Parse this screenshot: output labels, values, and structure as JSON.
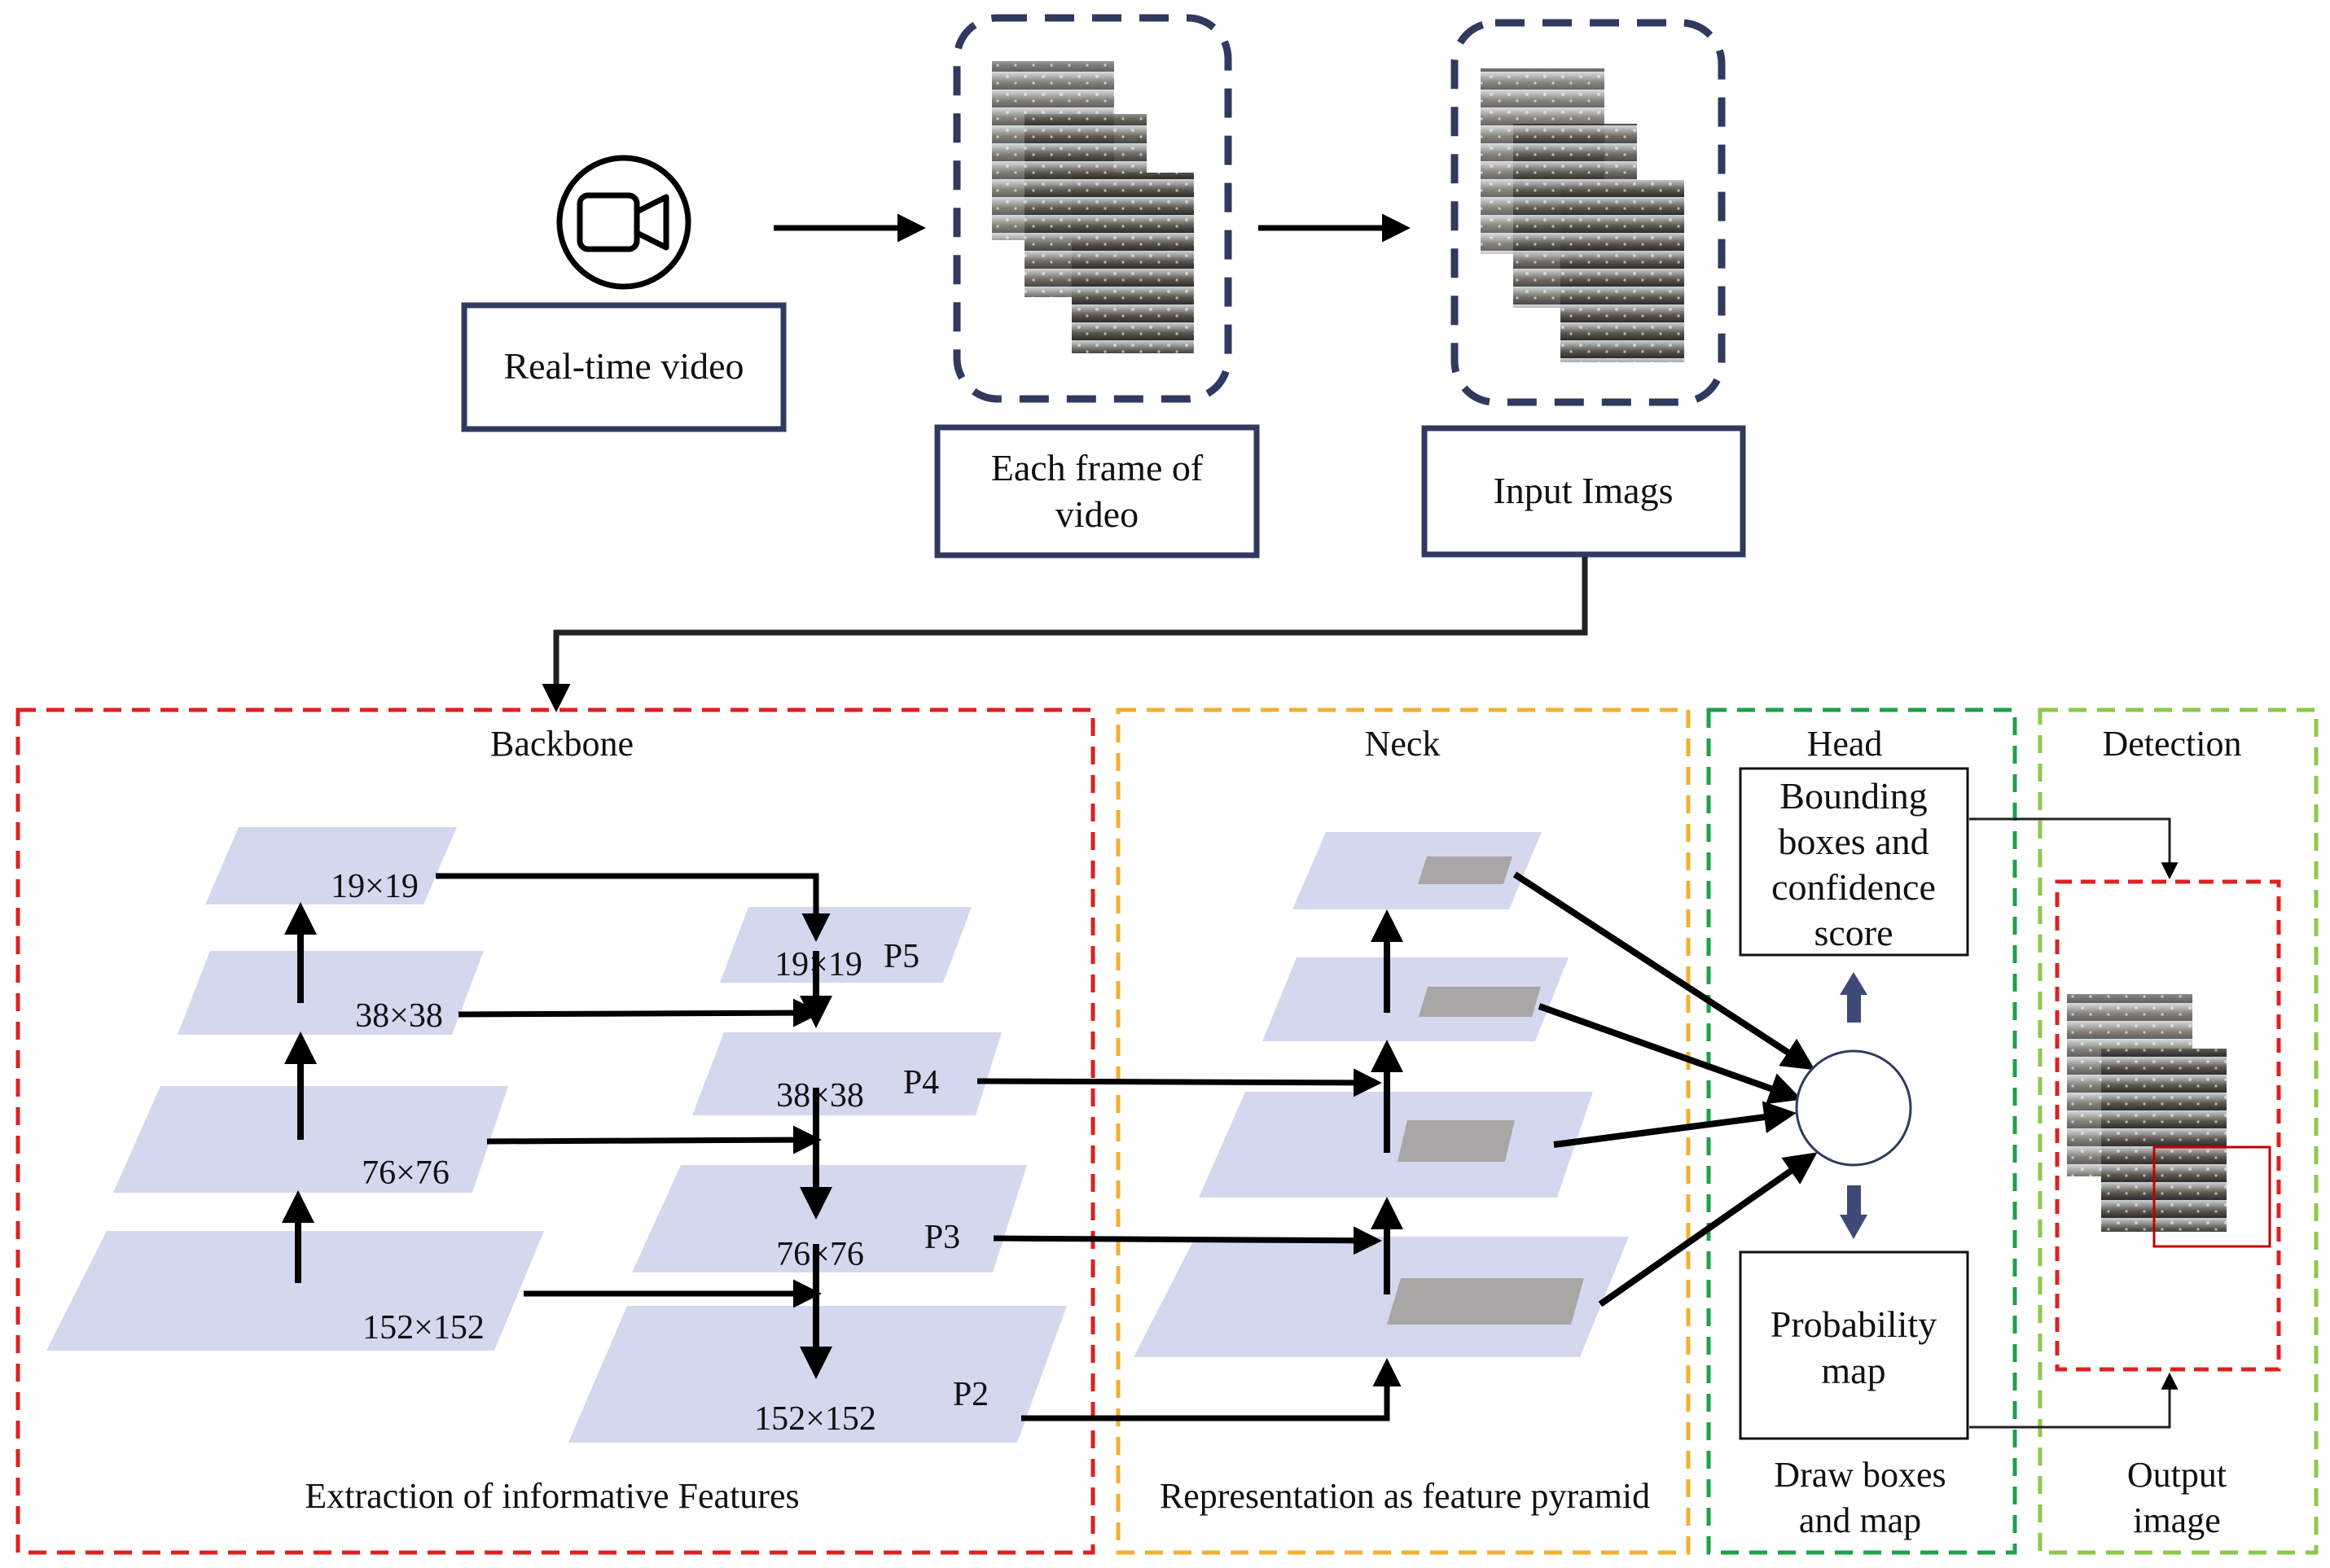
{
  "colors": {
    "box_border": "#2f3a5e",
    "arrow": "#000000",
    "backbone_border": "#e02020",
    "neck_border": "#f0b030",
    "head_border": "#1fa04a",
    "detection_border": "#8cc84b",
    "feature_plane": "#d3d8ee",
    "feature_patch": "#a9a6a6",
    "detection_box": "#c00000"
  },
  "input_stage": {
    "camera_icon": "video-camera-icon",
    "realtime_label": "Real-time video",
    "frames_label_line1": "Each frame of",
    "frames_label_line2": "video",
    "input_label": "Input Imags"
  },
  "backbone": {
    "title": "Backbone",
    "caption": "Extraction of informative Features",
    "left_levels": [
      "19×19",
      "38×38",
      "76×76",
      "152×152"
    ],
    "right_levels": [
      {
        "size": "19×19",
        "name": "P5"
      },
      {
        "size": "38×38",
        "name": "P4"
      },
      {
        "size": "76×76",
        "name": "P3"
      },
      {
        "size": "152×152",
        "name": "P2"
      }
    ]
  },
  "neck": {
    "title": "Neck",
    "caption": "Representation as feature pyramid"
  },
  "head": {
    "title": "Head",
    "bbox_line1": "Bounding",
    "bbox_line2": "boxes and",
    "bbox_line3": "confidence",
    "bbox_line4": "score",
    "prob_line1": "Probability",
    "prob_line2": "map",
    "caption_line1": "Draw boxes",
    "caption_line2": "and map"
  },
  "detection": {
    "title": "Detection",
    "caption_line1": "Output",
    "caption_line2": "image"
  }
}
